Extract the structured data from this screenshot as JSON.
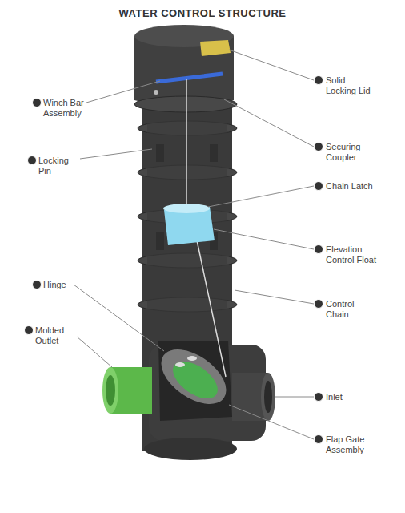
{
  "diagram": {
    "title": "WATER CONTROL STRUCTURE",
    "labels": [
      "Winch Bar Assembly",
      "Locking Pin",
      "Hinge",
      "Molded Outlet",
      "Solid Locking Lid",
      "Securing Coupler",
      "Chain Latch",
      "Elevation Control Float",
      "Control Chain",
      "Inlet",
      "Flap Gate Assembly"
    ]
  }
}
